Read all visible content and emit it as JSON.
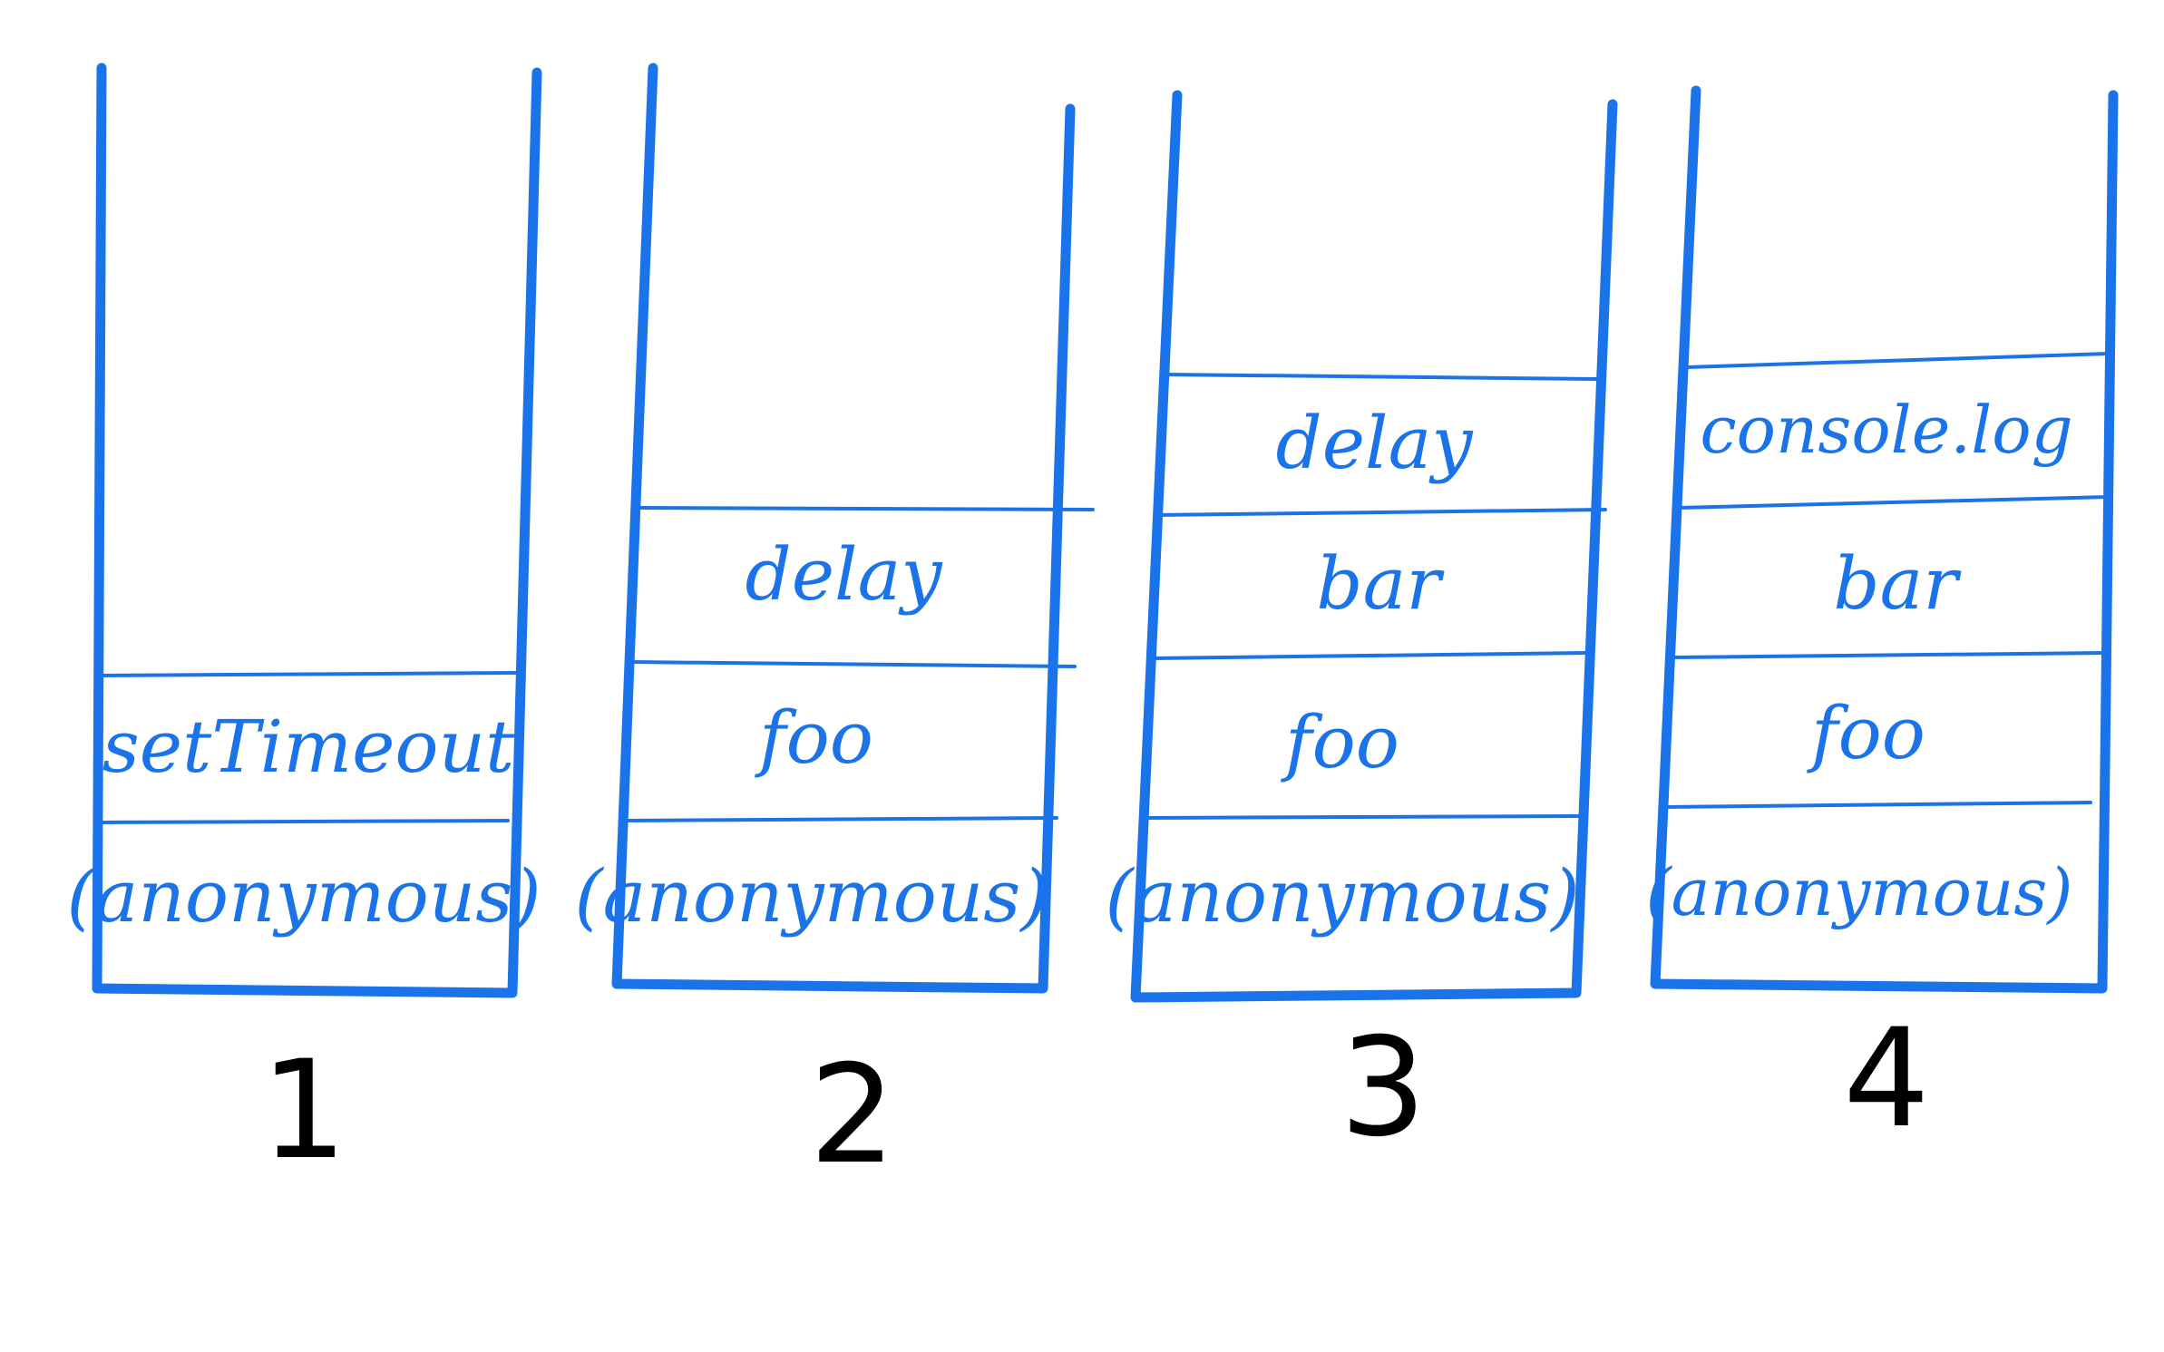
{
  "colors": {
    "stroke": "#1a73e8",
    "text": "#1a73e8",
    "number": "#000000",
    "background": "#ffffff"
  },
  "stacks": [
    {
      "number": "1",
      "frames_top_to_bottom": [
        "setTimeout",
        "(anonymous)"
      ]
    },
    {
      "number": "2",
      "frames_top_to_bottom": [
        "delay",
        "foo",
        "(anonymous)"
      ]
    },
    {
      "number": "3",
      "frames_top_to_bottom": [
        "delay",
        "bar",
        "foo",
        "(anonymous)"
      ]
    },
    {
      "number": "4",
      "frames_top_to_bottom": [
        "console.log",
        "bar",
        "foo",
        "(anonymous)"
      ]
    }
  ]
}
